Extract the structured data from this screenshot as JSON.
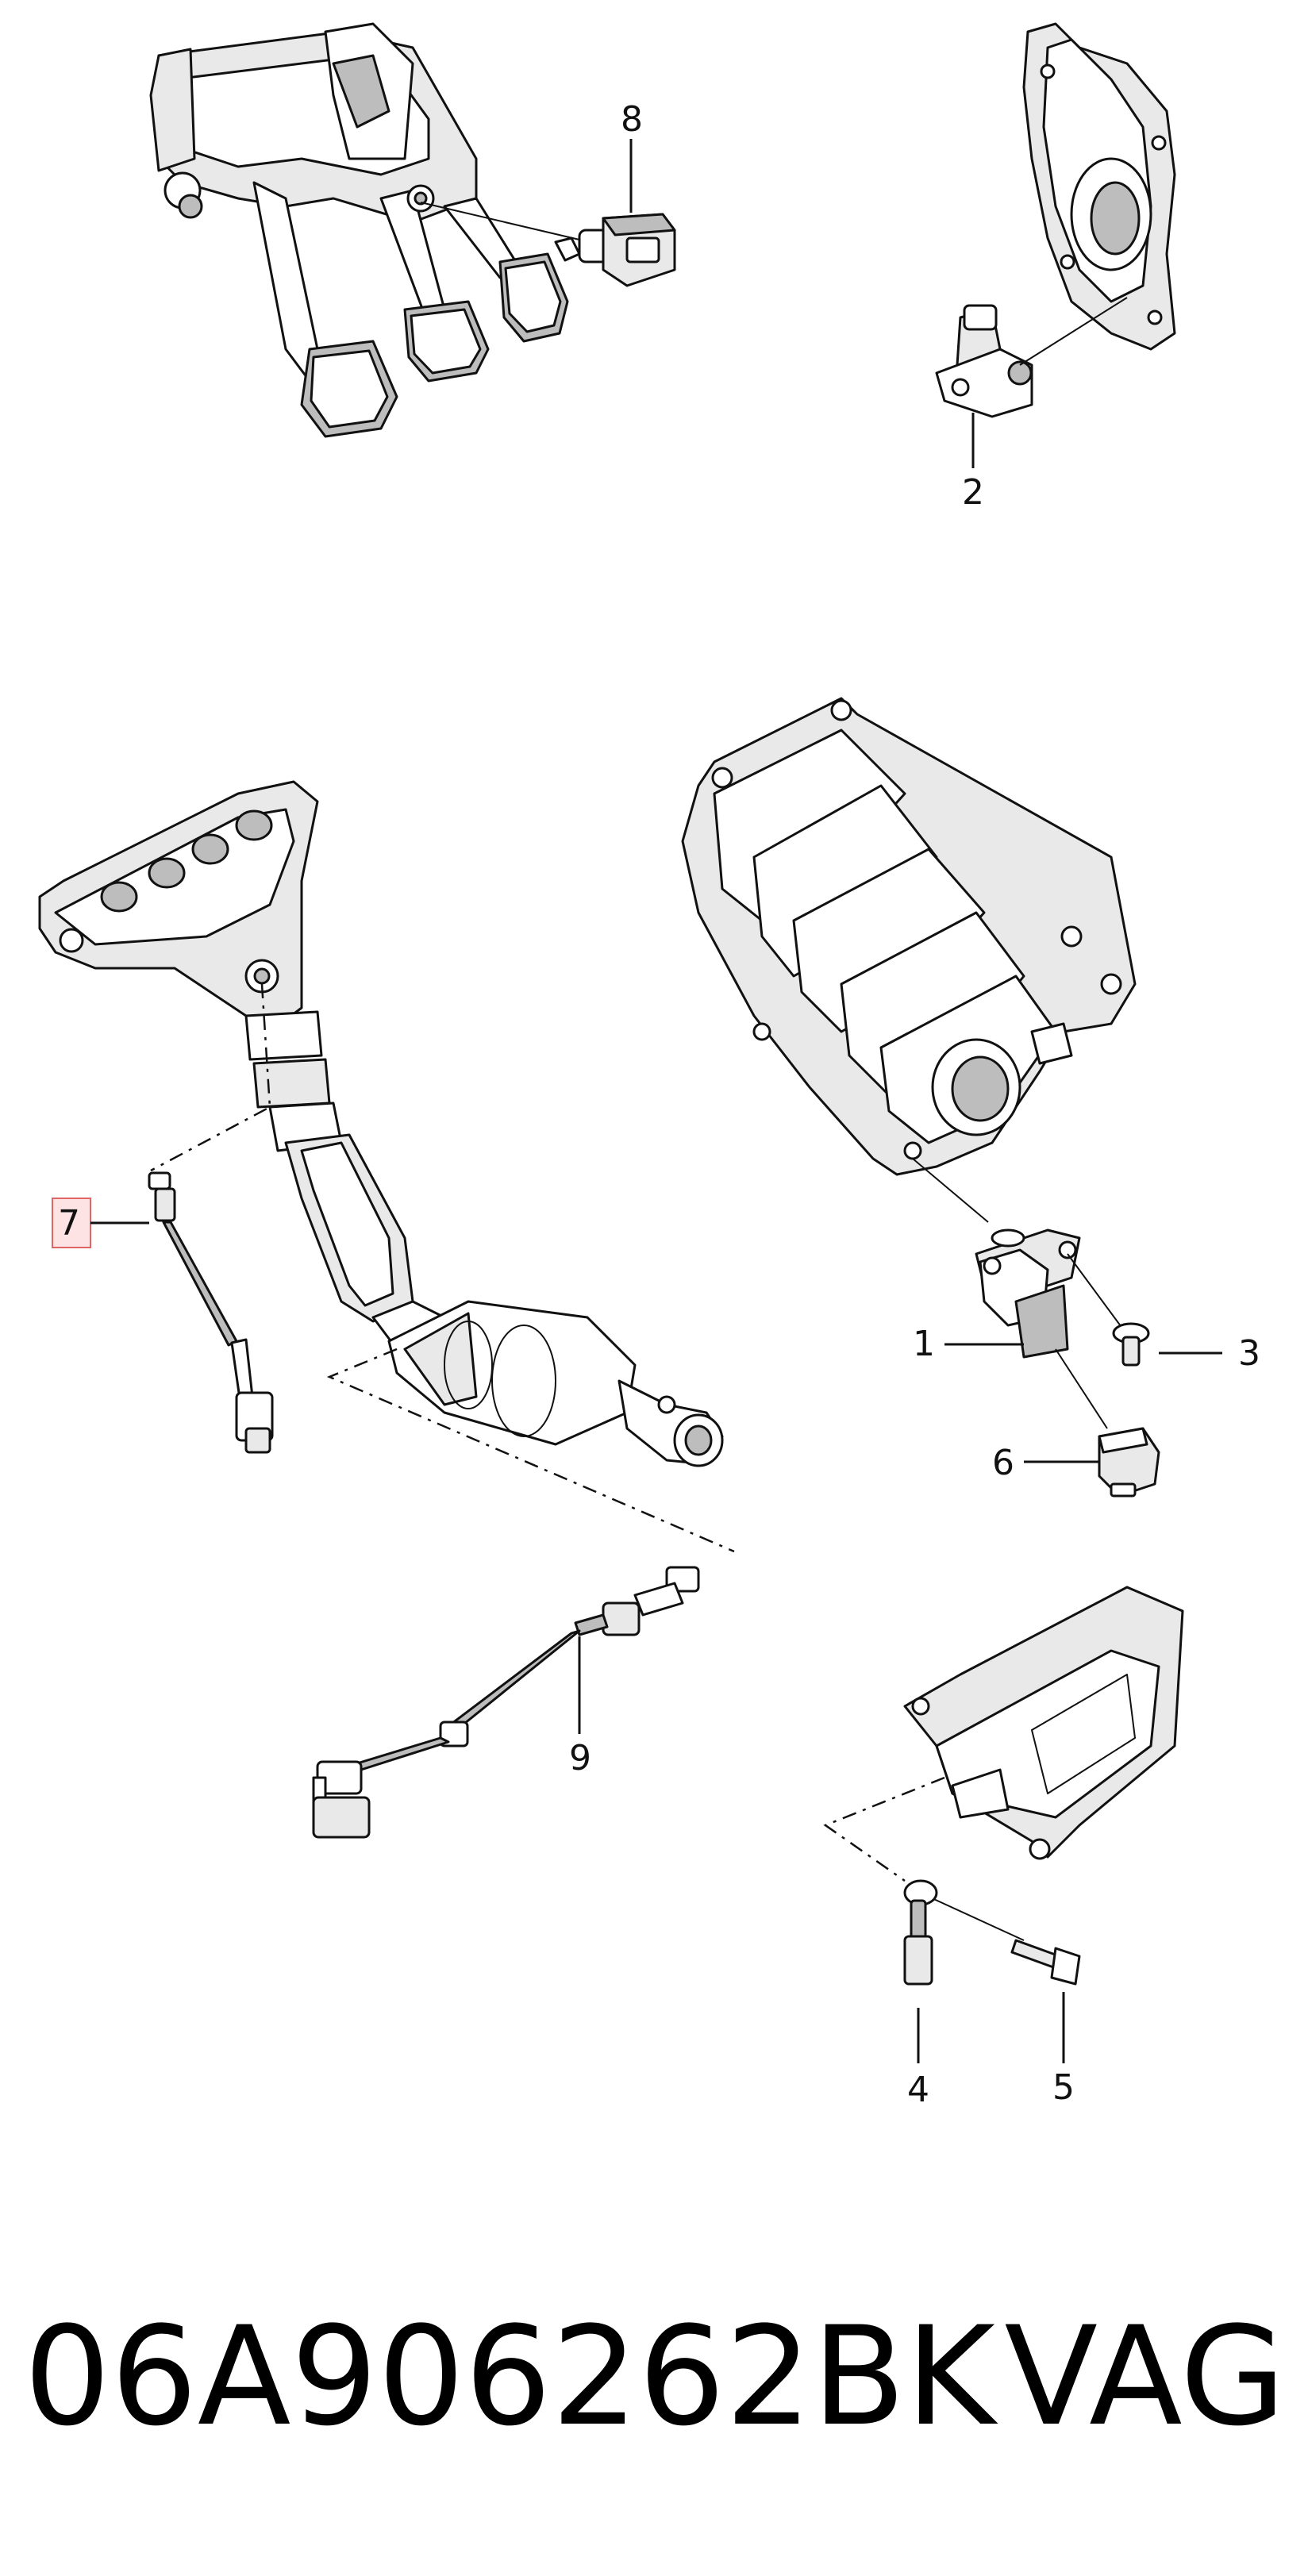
{
  "callouts": {
    "c1": "1",
    "c2": "2",
    "c3": "3",
    "c4": "4",
    "c5": "5",
    "c6": "6",
    "c7": "7",
    "c8": "8",
    "c9": "9"
  },
  "highlighted_callout": "7",
  "colors": {
    "highlight_fill": "#fde3e3",
    "highlight_border": "#e06666",
    "line": "#111111"
  },
  "footer": {
    "part_number": "06A906262BK",
    "brand": "VAG"
  }
}
